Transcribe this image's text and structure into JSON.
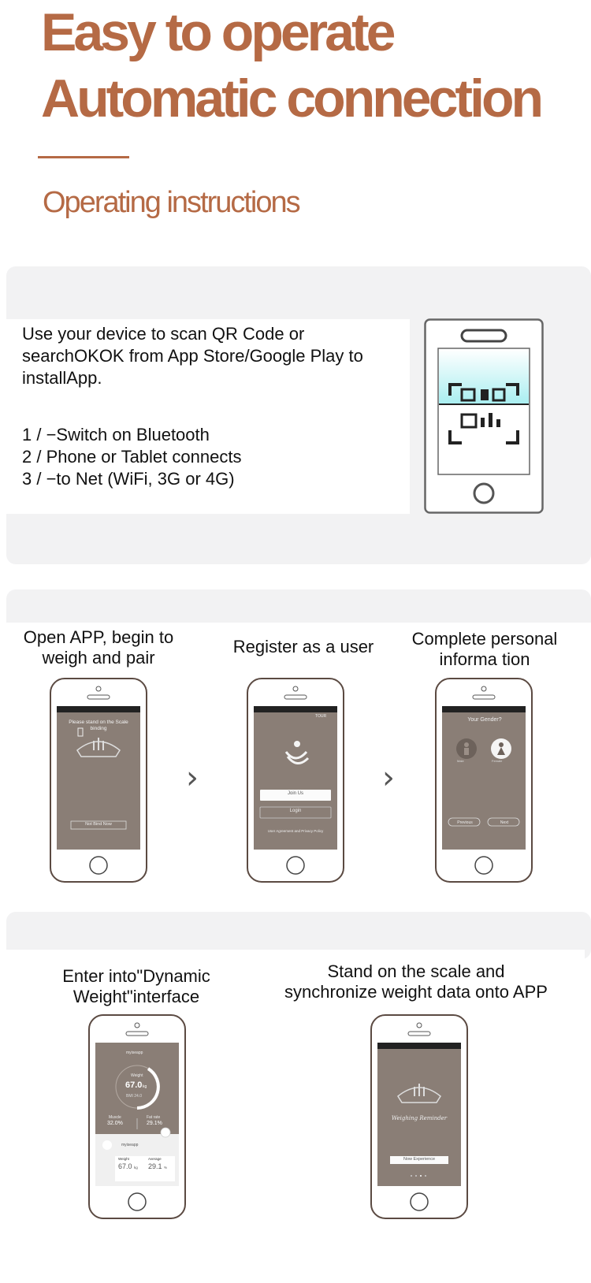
{
  "headline": {
    "line1": "Easy to operate",
    "line2": "Automatic connection"
  },
  "subtitle": "Operating instructions",
  "accent_color": "#b56a45",
  "install": {
    "text": "Use your device to scan QR Code or searchOKOK from App Store/Google Play to installApp.",
    "steps": [
      "1 / −Switch on Bluetooth",
      "2 / Phone or Tablet connects",
      "3 / −to Net (WiFi, 3G or 4G)"
    ],
    "illustration": "phone-qr-scan-icon"
  },
  "row1": [
    {
      "caption": [
        "Open APP, begin to",
        "weigh and pair"
      ],
      "screen": {
        "title": "Please stand on the Scale binding",
        "button": "Not Bind Now"
      }
    },
    {
      "caption": [
        "Register as a user"
      ],
      "screen": {
        "corner": "TOUR",
        "button1": "Join Us",
        "button2": "Login",
        "footer": "User Agreement and Privacy Policy"
      }
    },
    {
      "caption": [
        "Complete personal",
        "informa tion"
      ],
      "screen": {
        "title": "Your Gender?",
        "male": "Male",
        "female": "Female",
        "prev": "Previous",
        "next": "Next"
      }
    }
  ],
  "row2": [
    {
      "caption": [
        "Enter into\"Dynamic",
        "Weight\"interface"
      ],
      "screen": {
        "user": "myiseapp",
        "weight_label": "Weight",
        "weight_value": "67.0",
        "weight_unit": "kg",
        "weight_sub": "BMI 24.0",
        "muscle_label": "Muscle",
        "muscle_value": "32.0%",
        "fat_label": "Fat rate",
        "fat_value": "29.1%",
        "card_user": "myiseapp",
        "card_weight_label": "Weight",
        "card_weight_value": "67.0",
        "card_weight_unit": "kg",
        "card_average_label": "Average",
        "card_average_value": "29.1",
        "card_average_unit": "%"
      }
    },
    {
      "caption": [
        "Stand on the scale and",
        "synchronize  weight data onto APP"
      ],
      "screen": {
        "title": "Weighing Reminder",
        "button": "Now Experience"
      }
    }
  ]
}
